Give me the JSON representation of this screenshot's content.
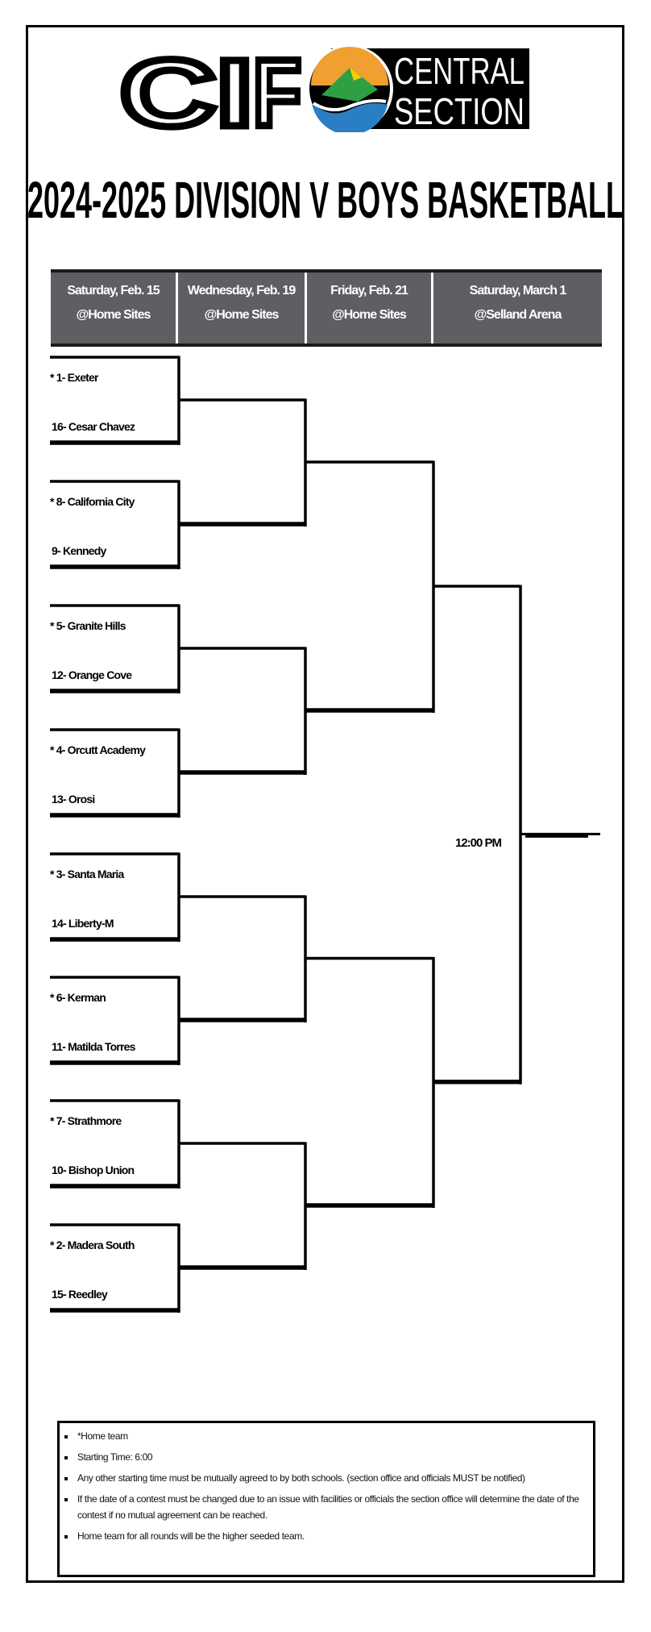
{
  "logo": {
    "letters": "CIF",
    "line1": "CENTRAL",
    "line2": "SECTION",
    "colors": {
      "orange": "#f0a030",
      "green": "#2ea043",
      "blue": "#2a7fc4",
      "yellow": "#f5d000"
    }
  },
  "title": "2024-2025 DIVISION V BOYS BASKETBALL",
  "columns": [
    {
      "date": "Saturday, Feb. 15",
      "site": "@Home Sites"
    },
    {
      "date": "Wednesday, Feb. 19",
      "site": "@Home Sites"
    },
    {
      "date": "Friday, Feb. 21",
      "site": "@Home Sites"
    },
    {
      "date": "Saturday, March 1",
      "site": "@Selland Arena"
    }
  ],
  "matches": [
    {
      "top": "* 1- Exeter",
      "bottom": "16- Cesar Chavez"
    },
    {
      "top": "* 8- California City",
      "bottom": "9- Kennedy"
    },
    {
      "top": "* 5- Granite Hills",
      "bottom": "12- Orange Cove"
    },
    {
      "top": "* 4- Orcutt Academy",
      "bottom": "13- Orosi"
    },
    {
      "top": "* 3- Santa Maria",
      "bottom": "14- Liberty-M"
    },
    {
      "top": "* 6- Kerman",
      "bottom": "11- Matilda Torres"
    },
    {
      "top": "* 7- Strathmore",
      "bottom": "10- Bishop Union"
    },
    {
      "top": "* 2- Madera South",
      "bottom": "15- Reedley"
    }
  ],
  "final_time": "12:00 PM",
  "notes": [
    "*Home team",
    "Starting Time: 6:00",
    "Any other starting time must be mutually agreed to by both schools. (section office and officials MUST be notified)",
    "If the date of a contest must be changed due to an issue with facilities or officials the section office will determine the date of the contest if no mutual agreement can be reached.",
    "Home team for all rounds will be the higher seeded team."
  ]
}
